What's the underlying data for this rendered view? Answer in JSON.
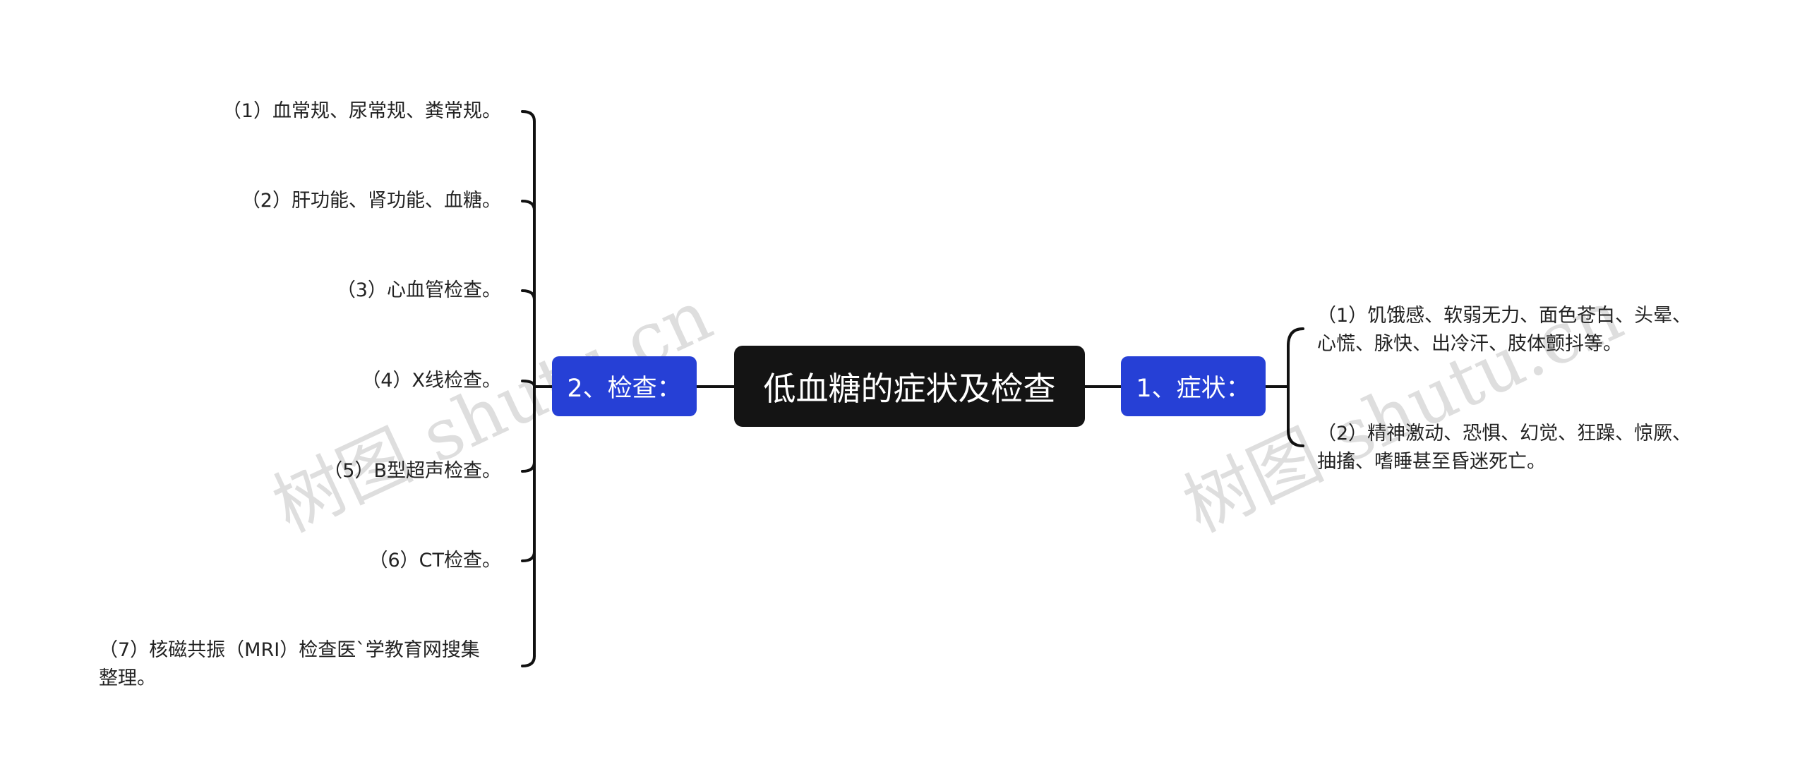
{
  "mindmap": {
    "root": {
      "label": "低血糖的症状及检查"
    },
    "left_branch": {
      "label": "2、检查：",
      "items": [
        "（1）血常规、尿常规、粪常规。",
        "（2）肝功能、肾功能、血糖。",
        "（3）心血管检查。",
        "（4）X线检查。",
        "（5）B型超声检查。",
        "（6）CT检查。",
        "（7）核磁共振（MRI）检查医`学教育网搜集",
        "整理。"
      ]
    },
    "right_branch": {
      "label": "1、症状：",
      "items": [
        "（1）饥饿感、软弱无力、面色苍白、头晕、",
        "心慌、脉快、出冷汗、肢体颤抖等。",
        "（2）精神激动、恐惧、幻觉、狂躁、惊厥、",
        "抽搐、嗜睡甚至昏迷死亡。"
      ]
    }
  },
  "watermarks": [
    "树图 shutu.cn",
    "树图 shutu.cn"
  ],
  "colors": {
    "root_bg": "#141414",
    "branch_bg": "#2640d6",
    "connector": "#111111",
    "text": "#222222"
  }
}
